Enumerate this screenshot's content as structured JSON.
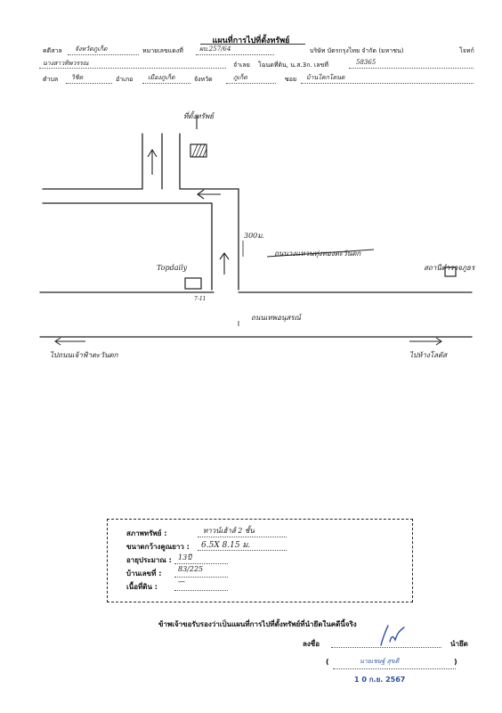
{
  "doc": {
    "title": "แผนที่การไปที่ตั้งทรัพย์"
  },
  "header": {
    "case_label": "คดีสาล",
    "case_value": "จังหวัดภูเก็ต",
    "case_no_label": "หมายเลขแดงที่",
    "case_no_value": "ผบ.257/64",
    "plaintiff": "บริษัท บัตรกรุงไทย จำกัด (มหาชน)",
    "plaintiff_role": "โจทก์",
    "defendant_value": "นางสาวทิพวรรณ",
    "defendant_label": "จำเลย",
    "deed_label": "โฉนดที่ดิน, น.ส.3ก. เลขที่",
    "deed_value": "58365",
    "tambon_label": "ตำบล",
    "tambon_value": "วิชิต",
    "amphoe_label": "อำเภอ",
    "amphoe_value": "เมืองภูเก็ต",
    "province_label": "จังหวัด",
    "province_value": "ภูเก็ต",
    "soi_label": "ซอย",
    "soi_value": "บ้านโคกโตนด"
  },
  "map": {
    "property_label": "ที่ตั้งทรัพย์",
    "distance_label": "300ม.",
    "road_note": "ถนนวงแหวนทุ่งทองตะวันตก",
    "shop_label": "Topdaily",
    "shop_sub": "7-11",
    "main_road": "ถนนเทพอนุสรณ์",
    "left_dir": "ไปถนนเจ้าฟ้าตะวันตก",
    "right_dir": "ไปห้างโลตัส",
    "landmark": "สถานีตำรวจภูธร"
  },
  "details": {
    "type_label": "สภาพทรัพย์ :",
    "type_value": "ทาวน์เฮ้าส์ 2 ชั้น",
    "size_label": "ขนาดกว้างคูณยาว :",
    "size_value": "6.5X 8.15 ม.",
    "age_label": "อายุประมาณ :",
    "age_value": "13ปี",
    "house_no_label": "บ้านเลขที่ :",
    "house_no_value": "83/225",
    "area_label": "เนื้อที่ดิน :",
    "area_value": "—"
  },
  "certification": {
    "statement": "ข้าพเจ้าขอรับรองว่าเป็นแผนที่การไปที่ตั้งทรัพย์ที่นำยึดในคดีนี้จริง",
    "sign_label": "ลงชื่อ",
    "role": "นำยึด",
    "name": "นายเชษฐ์ สุขดี",
    "open_paren": "(",
    "close_paren": ")",
    "date": "1 0 ก.ย. 2567"
  }
}
